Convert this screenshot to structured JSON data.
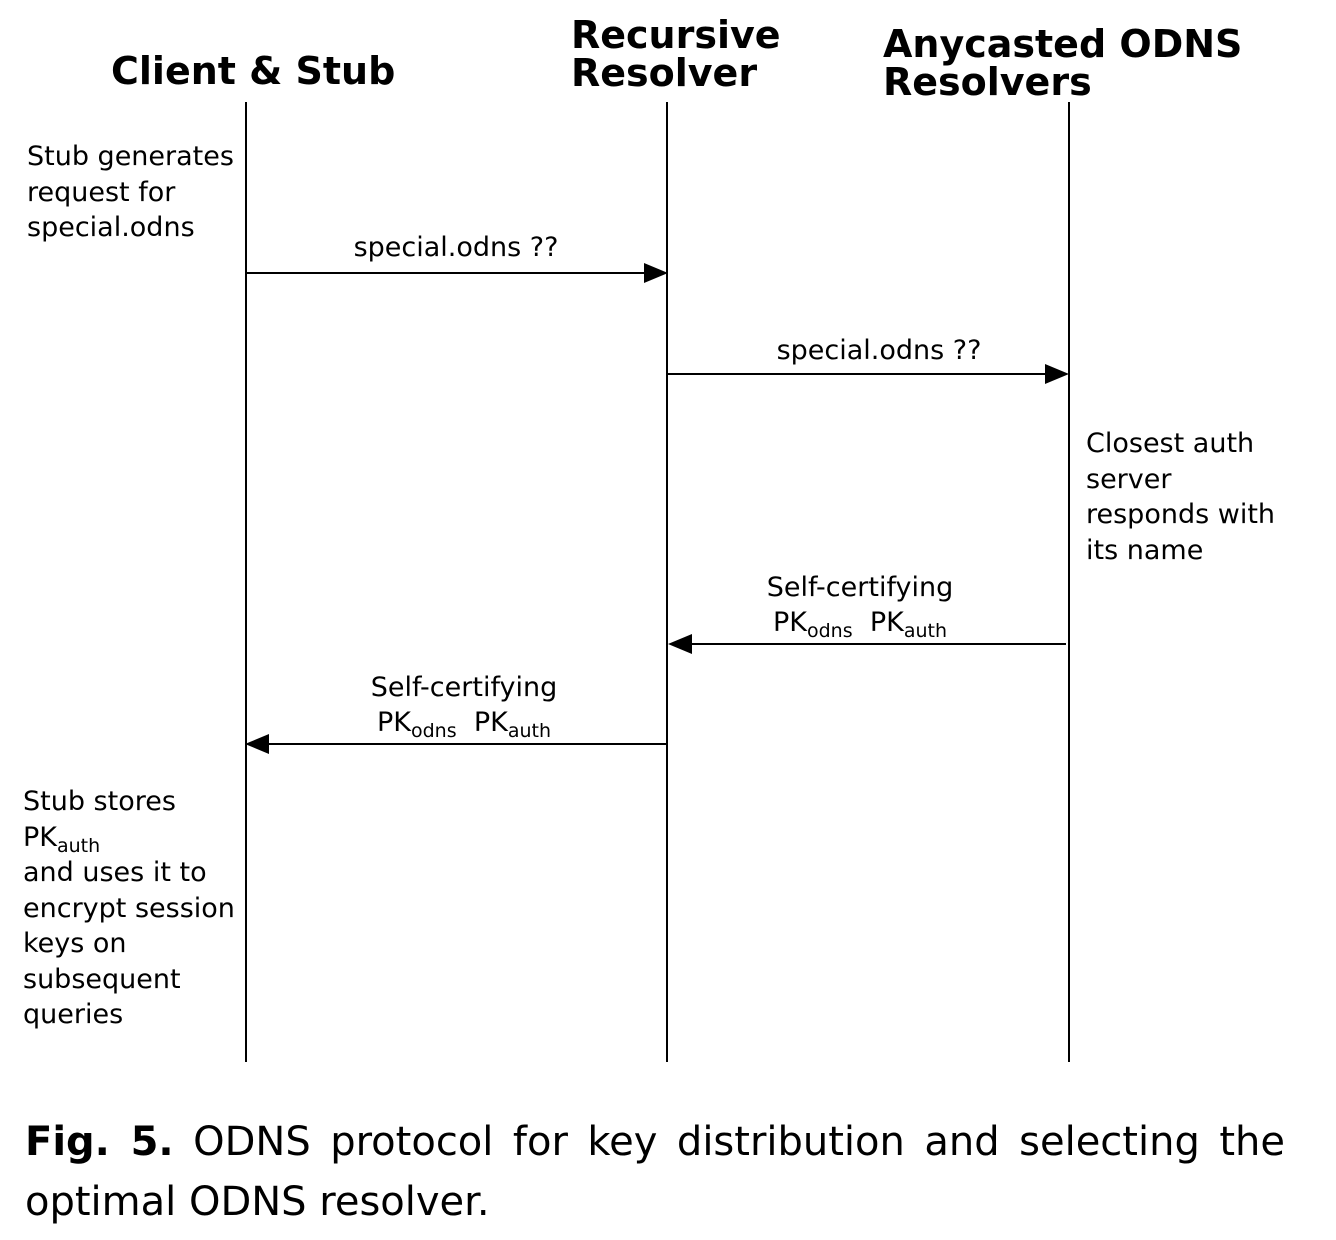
{
  "participants": {
    "client": "Client & Stub",
    "recursive": "Recursive Resolver",
    "anycast": "Anycasted ODNS Resolvers"
  },
  "notes": {
    "stub_generates": "Stub generates request for special.odns",
    "closest_auth": "Closest auth server responds with its name",
    "stub_stores_line1": "Stub stores",
    "stub_stores_pk": "PK",
    "stub_stores_sub": "auth",
    "stub_stores_rest": "and uses it to encrypt session keys on subsequent queries"
  },
  "messages": [
    {
      "from": "Client & Stub",
      "to": "Recursive Resolver",
      "label": "special.odns  ??"
    },
    {
      "from": "Recursive Resolver",
      "to": "Anycasted ODNS Resolvers",
      "label": "special.odns  ??"
    },
    {
      "from": "Anycasted ODNS Resolvers",
      "to": "Recursive Resolver",
      "label": "Self-certifying",
      "key1": "PK",
      "key1_sub": "odns",
      "key2": "PK",
      "key2_sub": "auth"
    },
    {
      "from": "Recursive Resolver",
      "to": "Client & Stub",
      "label": "Self-certifying",
      "key1": "PK",
      "key1_sub": "odns",
      "key2": "PK",
      "key2_sub": "auth"
    }
  ],
  "caption": {
    "prefix": "Fig. 5.",
    "text": "ODNS protocol for key distribution and selecting the optimal ODNS resolver."
  }
}
